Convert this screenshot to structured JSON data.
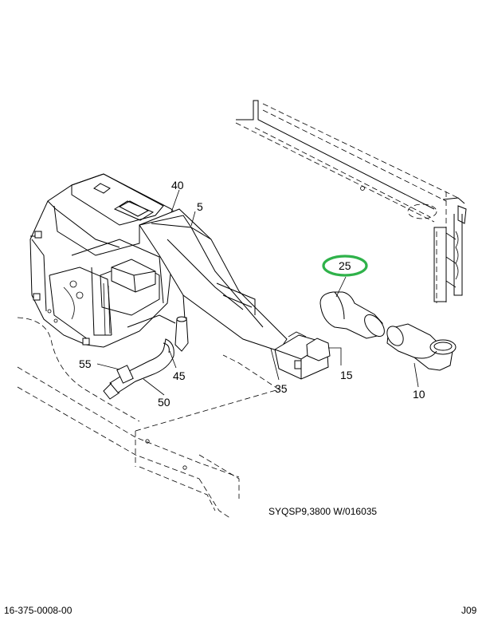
{
  "callouts": {
    "c40": "40",
    "c5": "5",
    "c25": "25",
    "c55": "55",
    "c45": "45",
    "c35": "35",
    "c15": "15",
    "c50": "50",
    "c10": "10"
  },
  "highlighted_callout": "25",
  "highlight_color": "#2fb24a",
  "caption": "SYQSP9,3800 W/016035",
  "footer": {
    "left": "16-375-0008-00",
    "right": "J09"
  }
}
